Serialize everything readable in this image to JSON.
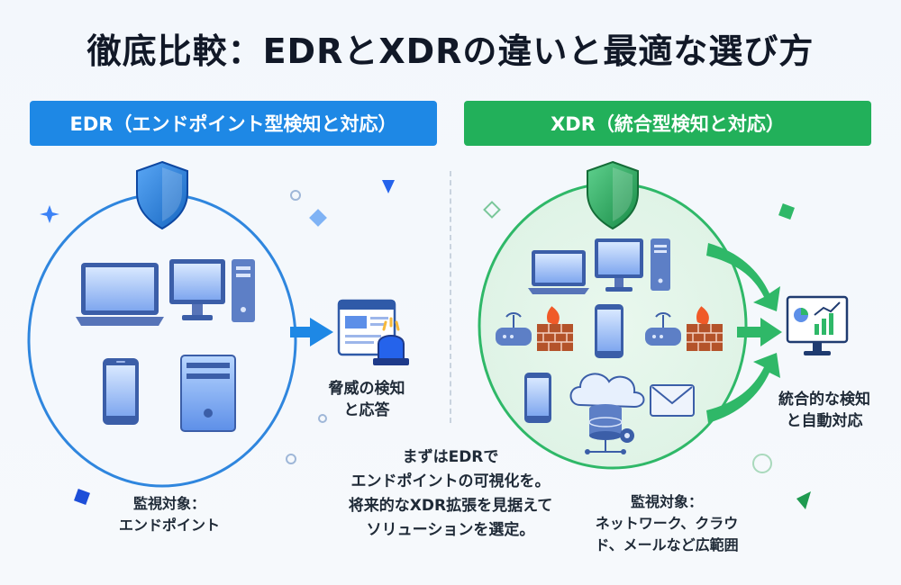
{
  "title": "徹底比較：EDRとXDRの違いと最適な選び方",
  "edr": {
    "header": "EDR（エンドポイント型検知と対応）",
    "threat_line1": "脅威の検知",
    "threat_line2": "と応答",
    "target_line1": "監視対象：",
    "target_line2": "エンドポイント",
    "accent": "#1e88e5"
  },
  "xdr": {
    "header": "XDR（統合型検知と対応）",
    "result_line1": "統合的な検知",
    "result_line2": "と自動対応",
    "target_line1": "監視対象：",
    "target_line2": "ネットワーク、クラウ",
    "target_line3": "ド、メールなど広範囲",
    "accent": "#22b05a"
  },
  "center_note": {
    "line1": "まずはEDRで",
    "line2": "エンドポイントの可視化を。",
    "line3": "将来的なXDR拡張を見据えて",
    "line4": "ソリューションを選定。"
  },
  "icons": {
    "edr": [
      "shield-icon",
      "laptop-icon",
      "desktop-icon",
      "tower-icon",
      "smartphone-icon",
      "server-icon",
      "alert-siren-icon",
      "arrow-right-icon"
    ],
    "xdr": [
      "shield-icon",
      "laptop-icon",
      "desktop-icon",
      "tower-icon",
      "router-icon",
      "firewall-icon",
      "smartphone-icon",
      "cloud-database-icon",
      "mail-icon",
      "dashboard-icon"
    ]
  }
}
